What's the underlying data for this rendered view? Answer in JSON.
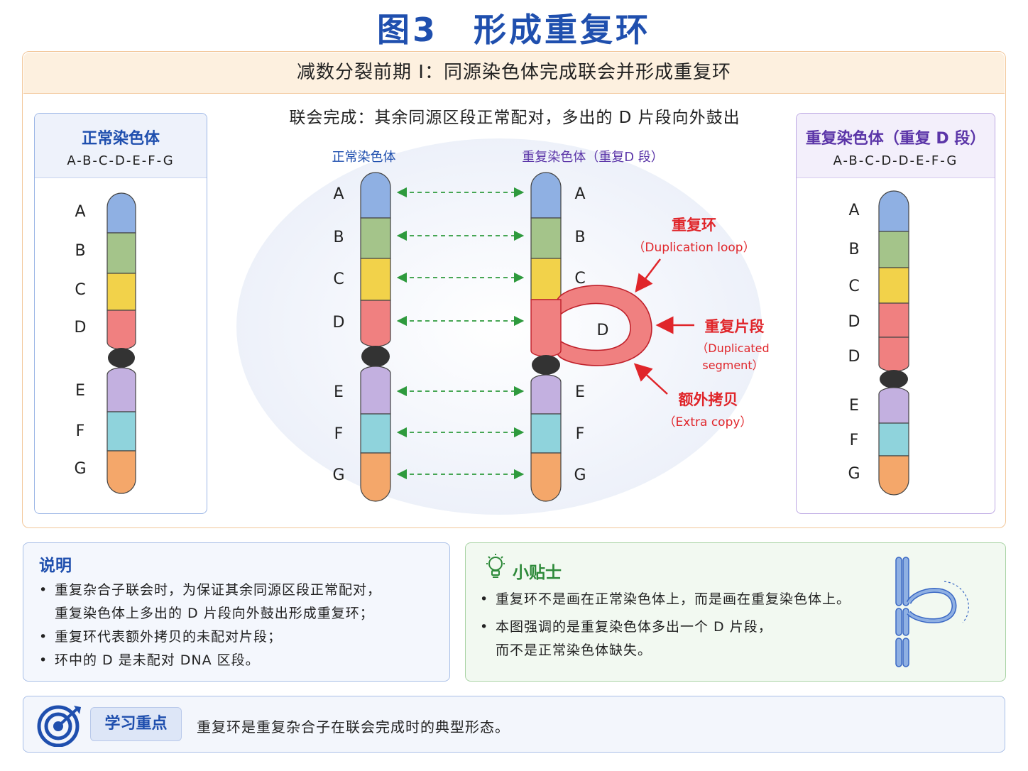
{
  "title": "图3　形成重复环",
  "stage_header": "减数分裂前期 I：同源染色体完成联会并形成重复环",
  "subtitle": "联会完成：其余同源区段正常配对，多出的 D 片段向外鼓出",
  "left_panel": {
    "title": "正常染色体",
    "sequence": "A-B-C-D-E-F-G",
    "segments": [
      "A",
      "B",
      "C",
      "D",
      "E",
      "F",
      "G"
    ]
  },
  "right_panel": {
    "title": "重复染色体（重复 D 段）",
    "sequence": "A-B-C-D-D-E-F-G",
    "segments": [
      "A",
      "B",
      "C",
      "D",
      "D",
      "E",
      "F",
      "G"
    ]
  },
  "center": {
    "normal_label": "正常染色体",
    "dup_label": "重复染色体（重复D 段）",
    "normal_segments": [
      "A",
      "B",
      "C",
      "D",
      "E",
      "F",
      "G"
    ],
    "dup_segments": [
      "A",
      "B",
      "C",
      "E",
      "F",
      "G"
    ],
    "loop_segment": "D",
    "annotations": {
      "loop_cn": "重复环",
      "loop_en": "（Duplication loop）",
      "segment_cn": "重复片段",
      "segment_en": "（Duplicated segment）",
      "extra_cn": "额外拷贝",
      "extra_en": "（Extra copy）"
    }
  },
  "segment_colors": {
    "A": "#8fb0e3",
    "B": "#a4c48a",
    "C": "#f2d24a",
    "D": "#f08080",
    "E": "#c3b0e0",
    "F": "#8fd3dc",
    "G": "#f4a76a",
    "centromere": "#333333"
  },
  "notes": {
    "heading": "说明",
    "items": [
      "重复杂合子联会时，为保证其余同源区段正常配对，",
      "重复染色体上多出的 D 片段向外鼓出形成重复环；",
      "重复环代表额外拷贝的未配对片段；",
      "环中的 D 是未配对 DNA 区段。"
    ]
  },
  "tips": {
    "heading": "小贴士",
    "items": [
      "重复环不是画在正常染色体上，而是画在重复染色体上。",
      "本图强调的是重复染色体多出一个 D 片段，",
      "而不是正常染色体缺失。"
    ]
  },
  "key_point": {
    "tag": "学习重点",
    "text": "重复环是重复杂合子在联会完成时的典型形态。"
  },
  "icons": [
    "target-icon",
    "lightbulb-icon",
    "loop-chromosome-icon"
  ]
}
